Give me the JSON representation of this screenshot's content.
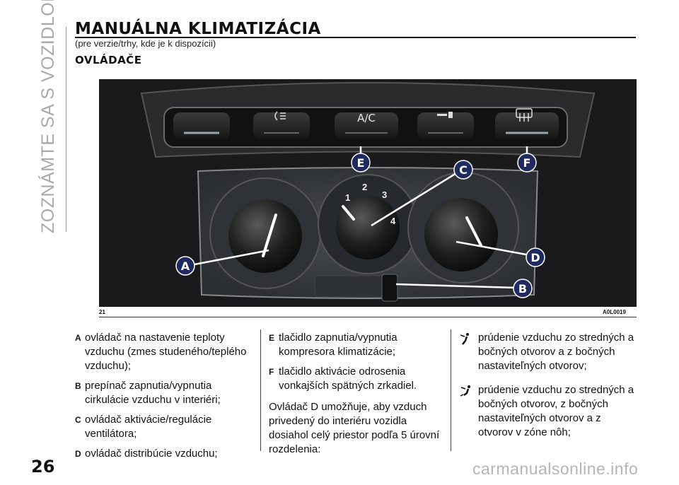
{
  "side_title": "ZOZNÁMTE SA S VOZIDLOM",
  "page_title": "MANUÁLNA KLIMATIZÁCIA",
  "subtitle": "(pre verzie/trhy, kde je k dispozícii)",
  "section_title": "OVLÁDAČE",
  "figure": {
    "ref": "21",
    "code": "A0L0019",
    "ac_label": "A/C",
    "callouts": [
      "A",
      "B",
      "C",
      "D",
      "E",
      "F"
    ],
    "fan_numbers": [
      "1",
      "2",
      "3",
      "4"
    ]
  },
  "items": [
    {
      "key": "A",
      "text": "ovládač na nastavenie teploty vzduchu (zmes studeného/teplého vzduchu);"
    },
    {
      "key": "B",
      "text": "prepínač zapnutia/vypnutia cirkulácie vzduchu v interiéri;"
    },
    {
      "key": "C",
      "text": "ovládač aktivácie/regulácie ventilátora;"
    },
    {
      "key": "D",
      "text": "ovládač distribúcie vzduchu;"
    },
    {
      "key": "E",
      "text": "tlačidlo zapnutia/vypnutia kompresora klimatizácie;"
    },
    {
      "key": "F",
      "text": "tlačidlo aktivácie odrosenia vonkajších spätných zrkadiel."
    }
  ],
  "distribution_intro": "Ovládač D umožňuje, aby vzduch privedený do interiéru vozidla dosiahol celý priestor podľa 5 úrovní rozdelenia:",
  "distribution_modes": [
    {
      "icon": "airflow-face-icon",
      "text": "prúdenie vzduchu zo stredných a bočných otvorov a z bočných nastaviteľných otvorov;"
    },
    {
      "icon": "airflow-face-feet-icon",
      "text": "prúdenie vzduchu zo stredných a bočných otvorov, z bočných nastaviteľných otvorov a z otvorov v zóne nôh;"
    }
  ],
  "page_number": "26",
  "watermark": "carmanualsonline.info"
}
